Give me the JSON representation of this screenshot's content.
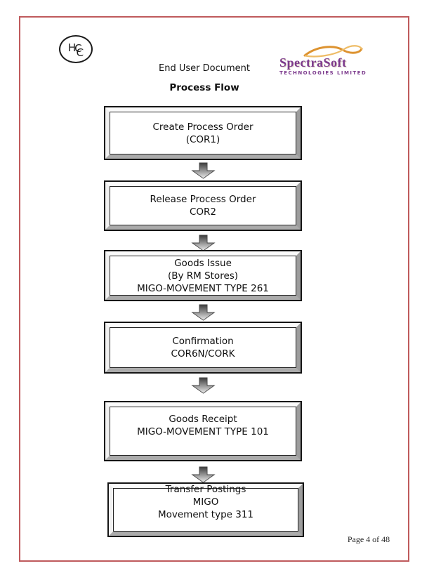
{
  "document": {
    "doc_type": "End User Document",
    "title": "Process Flow",
    "footer": "Page 4 of 48"
  },
  "logos": {
    "hcc_monogram": "HCC",
    "brand_name": "SpectraSoft",
    "brand_tagline": "TECHNOLOGIES LIMITED"
  },
  "flow_steps": [
    {
      "lines": [
        "Create Process Order",
        "(COR1)"
      ]
    },
    {
      "lines": [
        "Release Process Order",
        "COR2"
      ]
    },
    {
      "lines": [
        "Goods Issue",
        "(By RM Stores)",
        "MIGO-MOVEMENT TYPE 261"
      ]
    },
    {
      "lines": [
        "Confirmation",
        "COR6N/CORK"
      ]
    },
    {
      "lines": [
        "Goods Receipt",
        "MIGO-MOVEMENT TYPE 101"
      ]
    },
    {
      "lines": [
        "Transfer Postings",
        "MIGO",
        "Movement type 311"
      ]
    }
  ],
  "colors": {
    "page_border": "#bf5a5c",
    "brand_purple": "#7c3a8d",
    "brand_orange": "#dd9330",
    "brand_orange_light": "#eebc66",
    "box_border": "#151515"
  }
}
